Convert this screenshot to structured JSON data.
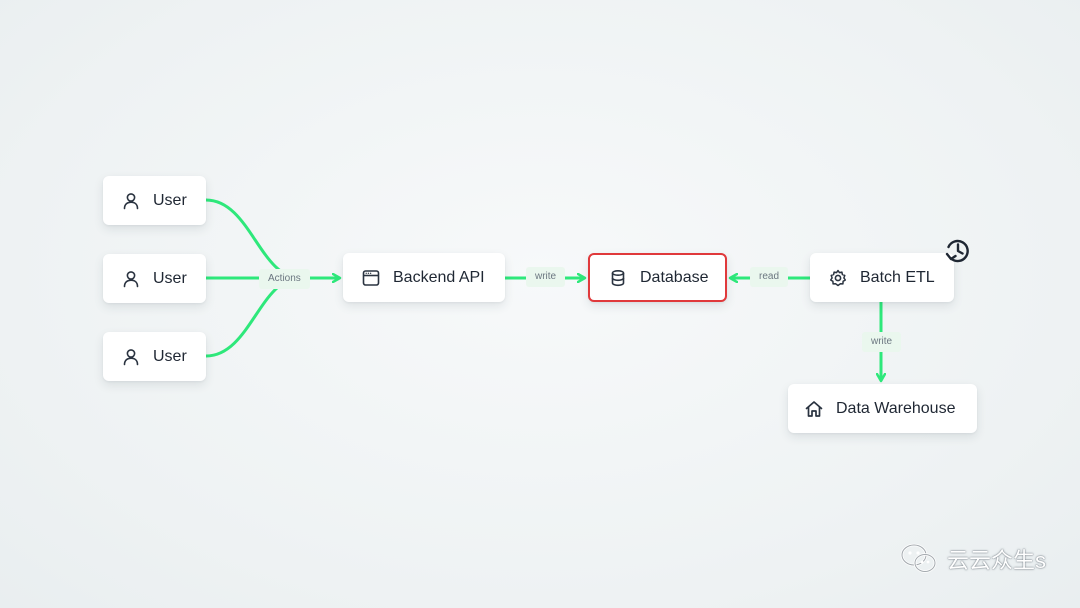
{
  "nodes": {
    "users": [
      {
        "label": "User",
        "icon": "user-icon"
      },
      {
        "label": "User",
        "icon": "user-icon"
      },
      {
        "label": "User",
        "icon": "user-icon"
      }
    ],
    "backend": {
      "label": "Backend API",
      "icon": "browser-window-icon"
    },
    "database": {
      "label": "Database",
      "icon": "database-icon",
      "highlight_color": "#e0393b"
    },
    "batch_etl": {
      "label": "Batch ETL",
      "icon": "gear-icon",
      "badge_icon": "clock-history-icon"
    },
    "warehouse": {
      "label": "Data Warehouse",
      "icon": "home-icon"
    }
  },
  "edges": {
    "actions": {
      "label": "Actions",
      "from": "users",
      "to": "backend"
    },
    "write_db": {
      "label": "write",
      "from": "backend",
      "to": "database"
    },
    "read_db": {
      "label": "read",
      "from": "batch_etl",
      "to": "database"
    },
    "write_warehouse": {
      "label": "write",
      "from": "batch_etl",
      "to": "warehouse"
    }
  },
  "colors": {
    "edge": "#2ee87b",
    "label_bg": "#eaf7ee",
    "node_text": "#1f2733"
  },
  "watermark": {
    "text": "云云众生s",
    "icon": "wechat-logo-icon"
  }
}
